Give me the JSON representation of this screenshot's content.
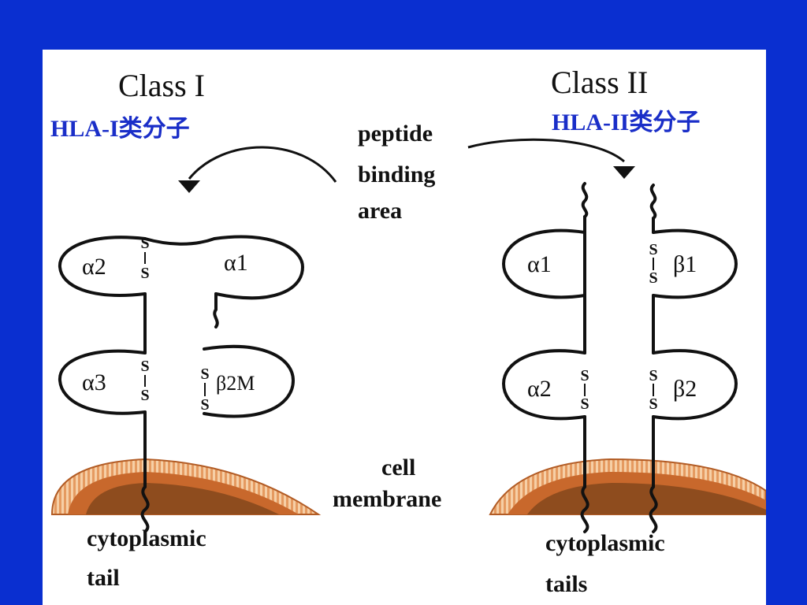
{
  "class1": {
    "title": "Class I",
    "subtitle": "HLA-I类分子",
    "domains": {
      "a2": "α2",
      "a1": "α1",
      "a3": "α3",
      "b2m": "β2M"
    },
    "tail_label_line1": "cytoplasmic",
    "tail_label_line2": "tail"
  },
  "class2": {
    "title": "Class II",
    "subtitle": "HLA-II类分子",
    "domains": {
      "a1": "α1",
      "b1": "β1",
      "a2": "α2",
      "b2": "β2"
    },
    "tail_label_line1": "cytoplasmic",
    "tail_label_line2": "tails"
  },
  "center_labels": {
    "peptide_line1": "peptide",
    "peptide_line2": "binding",
    "peptide_line3": "area",
    "membrane_line1": "cell",
    "membrane_line2": "membrane"
  },
  "disulfide": {
    "s": "S"
  },
  "colors": {
    "background": "#0a2fd0",
    "panel": "#ffffff",
    "chinese_label": "#1a2ec8",
    "membrane_outer": "#e8a06a",
    "membrane_stripe": "#f4c8a0",
    "membrane_inner": "#c86a30",
    "membrane_core": "#8a4a1e",
    "line": "#111111"
  }
}
